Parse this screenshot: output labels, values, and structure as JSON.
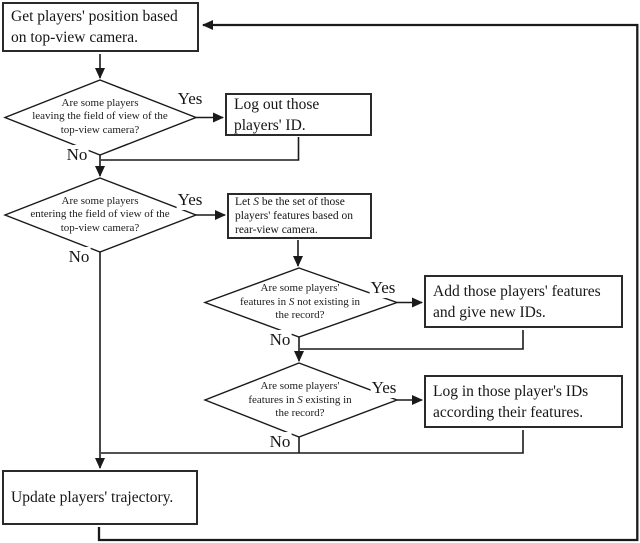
{
  "nodes": {
    "get_position": {
      "line1": "Get players' position based",
      "line2": "on top-view camera."
    },
    "logout": {
      "line1": "Log out those",
      "line2": "players' ID."
    },
    "let_s": {
      "line1_pre": "Let ",
      "s": "S",
      "line1_post": " be the set of those",
      "line2": "players' features based on",
      "line3": "rear-view camera."
    },
    "add_features": {
      "line1": "Add those players' features",
      "line2": "and give new IDs."
    },
    "login": {
      "line1": "Log in those player's IDs",
      "line2": "according their features."
    },
    "update_trajectory": {
      "label": "Update players' trajectory."
    }
  },
  "decisions": {
    "leaving": {
      "line1": "Are some players",
      "line2": "leaving the field of view of the",
      "line3": "top-view camera?"
    },
    "entering": {
      "line1": "Are some players",
      "line2": "entering the field of view of the",
      "line3": "top-view camera?"
    },
    "not_in_record": {
      "line1": "Are some players'",
      "line2_pre": "features in ",
      "s": "S",
      "line2_post": " not existing in",
      "line3": "the record?"
    },
    "in_record": {
      "line1": "Are some players'",
      "line2_pre": "features in ",
      "s": "S",
      "line2_post": " existing in",
      "line3": "the record?"
    }
  },
  "labels": {
    "yes_leaving": "Yes",
    "no_leaving": "No",
    "yes_entering": "Yes",
    "no_entering": "No",
    "yes_not_in_record": "Yes",
    "no_not_in_record": "No",
    "yes_in_record": "Yes",
    "no_in_record": "No"
  },
  "colors": {
    "line": "#1a1a1a",
    "border": "#2a2a2a",
    "background": "#ffffff",
    "text": "#151515"
  }
}
